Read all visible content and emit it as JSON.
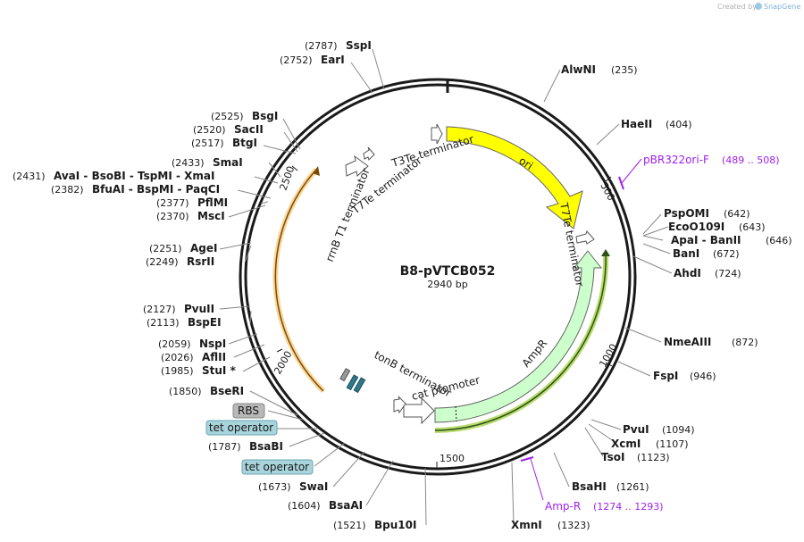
{
  "header": {
    "created_by": "Created by",
    "brand": "SnapGene"
  },
  "map": {
    "title": "B8-pVTCB052",
    "length_label": "2940 bp"
  },
  "ticks": [
    "500",
    "1000",
    "1500",
    "2000",
    "2500"
  ],
  "sites": [
    {
      "name": "SspI",
      "pos": "(2787)"
    },
    {
      "name": "EarI",
      "pos": "(2752)"
    },
    {
      "name": "BsgI",
      "pos": "(2525)"
    },
    {
      "name": "SacII",
      "pos": "(2520)"
    },
    {
      "name": "BtgI",
      "pos": "(2517)"
    },
    {
      "name": "SmaI",
      "pos": "(2433)"
    },
    {
      "name": "AvaI - BsoBI - TspMI - XmaI",
      "pos": "(2431)"
    },
    {
      "name": "BfuAI - BspMI - PaqCI",
      "pos": "(2382)"
    },
    {
      "name": "PflMI",
      "pos": "(2377)"
    },
    {
      "name": "MscI",
      "pos": "(2370)"
    },
    {
      "name": "AgeI",
      "pos": "(2251)"
    },
    {
      "name": "RsrII",
      "pos": "(2249)"
    },
    {
      "name": "PvuII",
      "pos": "(2127)"
    },
    {
      "name": "BspEI",
      "pos": "(2113)"
    },
    {
      "name": "NspI",
      "pos": "(2059)"
    },
    {
      "name": "AflII",
      "pos": "(2026)"
    },
    {
      "name": "StuI *",
      "pos": "(1985)"
    },
    {
      "name": "BseRI",
      "pos": "(1850)"
    },
    {
      "name": "BsaBI",
      "pos": "(1787)"
    },
    {
      "name": "SwaI",
      "pos": "(1673)"
    },
    {
      "name": "BsaAI",
      "pos": "(1604)"
    },
    {
      "name": "Bpu10I",
      "pos": "(1521)"
    },
    {
      "name": "XmnI",
      "pos": "(1323)"
    },
    {
      "name": "BsaHI",
      "pos": "(1261)"
    },
    {
      "name": "TsoI",
      "pos": "(1123)"
    },
    {
      "name": "XcmI",
      "pos": "(1107)"
    },
    {
      "name": "PvuI",
      "pos": "(1094)"
    },
    {
      "name": "FspI",
      "pos": "(946)"
    },
    {
      "name": "NmeAIII",
      "pos": "(872)"
    },
    {
      "name": "AhdI",
      "pos": "(724)"
    },
    {
      "name": "BanI",
      "pos": "(672)"
    },
    {
      "name": "ApaI - BanII",
      "pos": "(646)"
    },
    {
      "name": "EcoO109I",
      "pos": "(643)"
    },
    {
      "name": "PspOMI",
      "pos": "(642)"
    },
    {
      "name": "HaeII",
      "pos": "(404)"
    },
    {
      "name": "AlwNI",
      "pos": "(235)"
    }
  ],
  "primers": [
    {
      "name": "pBR322ori-F",
      "range": "(489 .. 508)",
      "color": "#a020f0"
    },
    {
      "name": "Amp-R",
      "range": "(1274 .. 1293)",
      "color": "#a020f0"
    }
  ],
  "features": [
    {
      "name": "ori",
      "color": "#ffff00"
    },
    {
      "name": "AmpR",
      "color": "#ccffcc"
    },
    {
      "name": "T3Te terminator"
    },
    {
      "name": "T7Te terminator"
    },
    {
      "name": "rrnB T1 terminator"
    },
    {
      "name": "T7Te terminator"
    },
    {
      "name": "tonB terminator"
    },
    {
      "name": "cat promoter"
    }
  ],
  "boxed_labels": [
    {
      "text": "RBS",
      "color": "#b8b8b8"
    },
    {
      "text": "tet operator",
      "color": "#a8d4dc"
    },
    {
      "text": "tet operator",
      "color": "#a8d4dc"
    }
  ],
  "colors": {
    "backbone": "#1a1a1a",
    "ori": "#ffff00",
    "ampr": "#ccffcc",
    "orange_arc": "#f5a623",
    "green_arc": "#9acd32",
    "operator": "#2c7a8c",
    "primer": "#a020f0"
  }
}
